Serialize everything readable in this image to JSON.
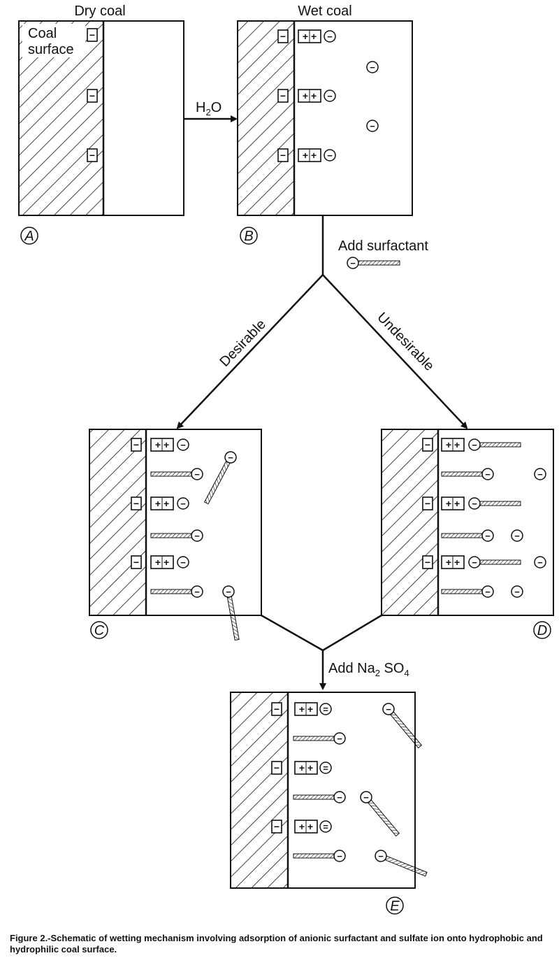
{
  "panels": {
    "A": {
      "letter": "A",
      "title": "Dry coal",
      "coal_label_1": "Coal",
      "coal_label_2": "surface"
    },
    "B": {
      "letter": "B",
      "title": "Wet coal"
    },
    "C": {
      "letter": "C"
    },
    "D": {
      "letter": "D"
    },
    "E": {
      "letter": "E"
    }
  },
  "arrows": {
    "water": {
      "label": "H",
      "sub": "2",
      "tail": "O"
    },
    "surfactant": {
      "label": "Add surfactant"
    },
    "desirable": {
      "label": "Desirable"
    },
    "undesirable": {
      "label": "Undesirable"
    },
    "salt": {
      "label": "Add Na",
      "sub1": "2",
      "mid": " SO",
      "sub2": "4"
    }
  },
  "symbols": {
    "surface_charge": "−",
    "cation_pair": "+ +",
    "anion": "−",
    "sulfate": "="
  },
  "caption": "Figure 2.-Schematic of wetting mechanism involving adsorption of anionic surfactant and sulfate ion onto hydrophobic and hydrophilic coal surface."
}
